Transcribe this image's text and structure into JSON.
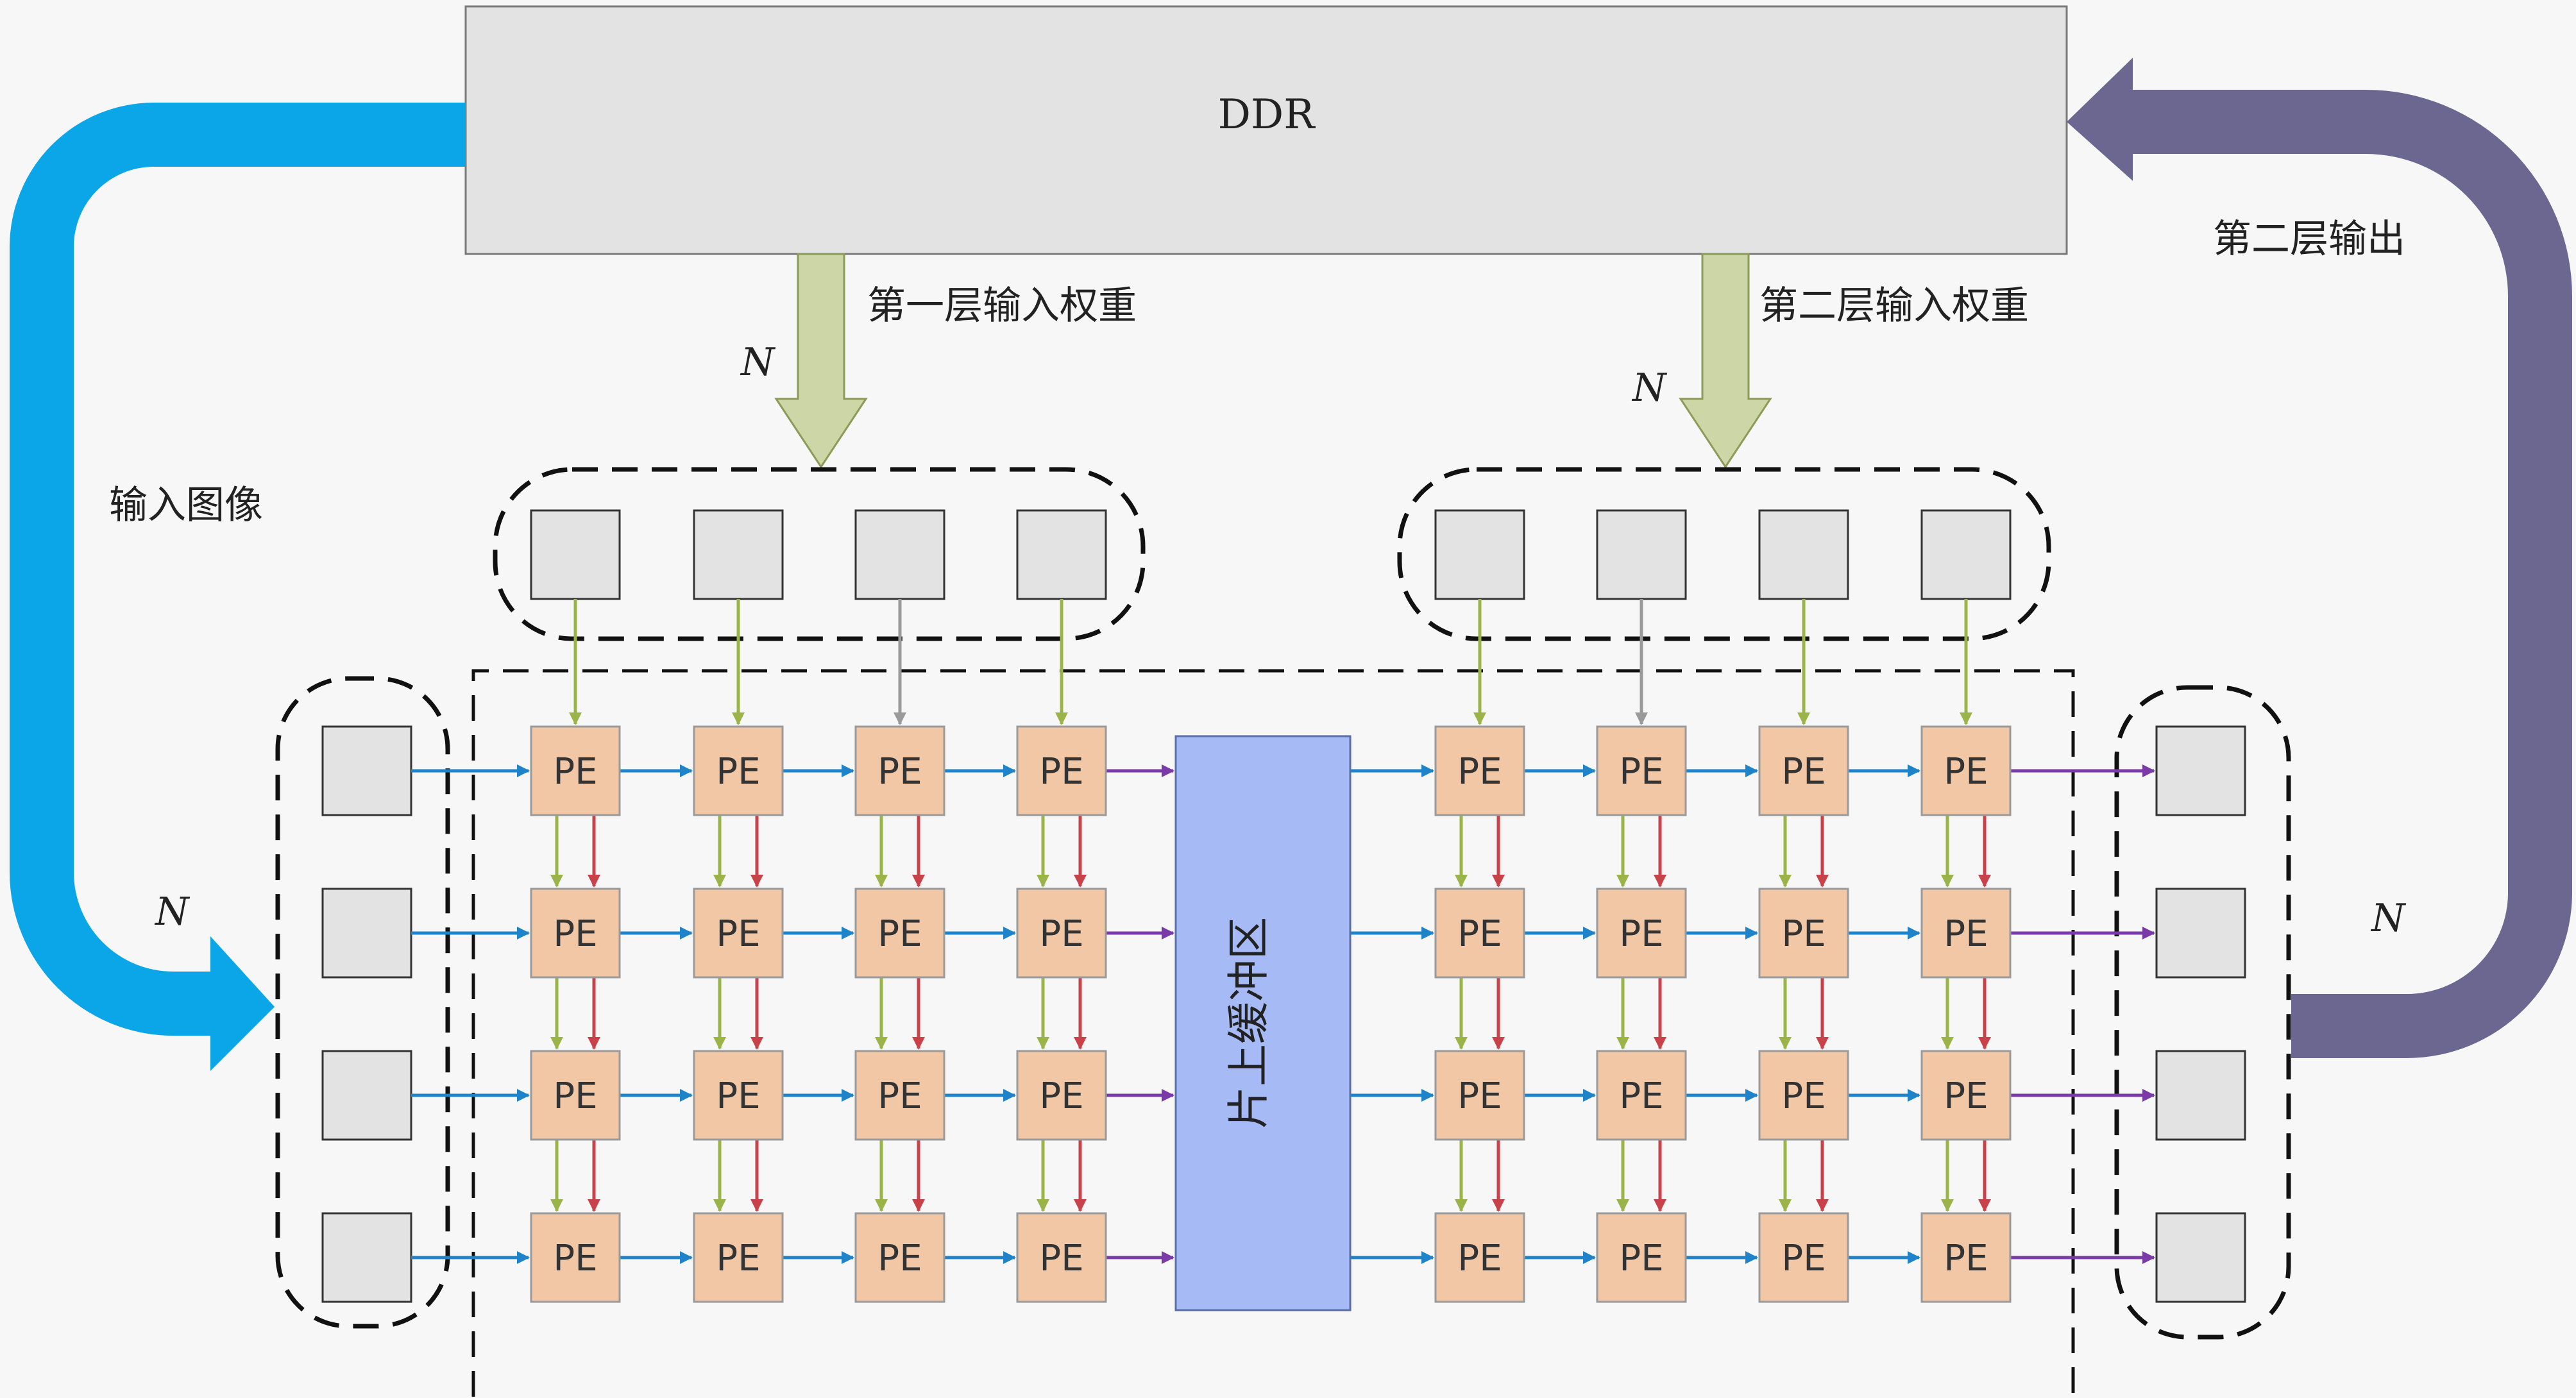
{
  "ddr_label": "DDR",
  "left_weights_label": "第一层输入权重",
  "right_weights_label": "第二层输入权重",
  "output_label": "第二层输出",
  "input_label": "输入图像",
  "buffer_label": "片上缓冲区",
  "pe_label": "PE",
  "n_symbol": "N",
  "colors": {
    "background": "#f7f7f7",
    "ddr_fill": "#e3e3e3",
    "ddr_stroke": "#7a7a7a",
    "input_arrow": "#0aa6e8",
    "output_arrow": "#6b6790",
    "weight_arrow_fill": "#cdd6a6",
    "weight_arrow_stroke": "#8c9b58",
    "pe_fill": "#f2c7a5",
    "pe_stroke": "#9a9a9a",
    "buffer_fill": "#a6baf6",
    "buffer_stroke": "#5a6ea8",
    "cell_fill": "#e3e3e3",
    "cell_stroke": "#333333",
    "h_arrow": "#1f83c9",
    "out_arrow": "#7a3aa8",
    "v_green": "#9ab44a",
    "v_red": "#c8424a",
    "v_grey": "#9a9a9a"
  }
}
